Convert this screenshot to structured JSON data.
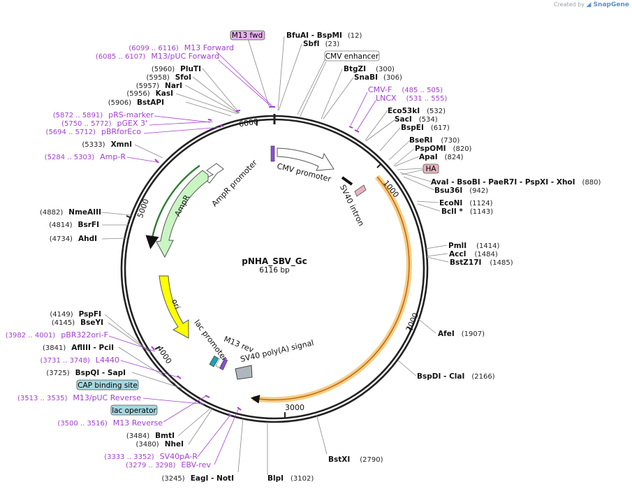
{
  "header": {
    "credit_text": "Created by",
    "credit_brand": "SnapGene"
  },
  "plasmid": {
    "name": "pNHA_SBV_Gc",
    "size_label": "6116 bp",
    "length": 6116
  },
  "ticks": [
    "1000",
    "2000",
    "3000",
    "4000",
    "5000",
    "6000"
  ],
  "features": [
    {
      "id": "amp-promoter",
      "label": "AmpR promoter"
    },
    {
      "id": "ampr",
      "label": "AmpR"
    },
    {
      "id": "ori",
      "label": "ori"
    },
    {
      "id": "lac-promoter",
      "label": "lac promoter"
    },
    {
      "id": "m13-rev",
      "label": "M13 rev"
    },
    {
      "id": "sv40-polya",
      "label": "SV40 poly(A) signal"
    },
    {
      "id": "cmv-promoter",
      "label": "CMV promoter"
    },
    {
      "id": "sv40-intron",
      "label": "SV40 intron"
    }
  ],
  "boxed_labels": [
    {
      "id": "m13-fwd",
      "label": "M13 fwd"
    },
    {
      "id": "cmv-enhancer",
      "label": "CMV enhancer"
    },
    {
      "id": "ha",
      "label": "HA"
    },
    {
      "id": "cap-binding-site",
      "label": "CAP binding site"
    },
    {
      "id": "lac-operator",
      "label": "lac operator"
    }
  ],
  "site_labels": [
    {
      "id": "bfuai",
      "name": "BfuAI",
      "extra": " - BspMI",
      "pos": "(12)"
    },
    {
      "id": "sbfi",
      "name": "SbfI",
      "pos": "(23)"
    },
    {
      "id": "btgzi",
      "name": "BtgZI",
      "pos": "(300)"
    },
    {
      "id": "snabi",
      "name": "SnaBI",
      "pos": "(306)"
    },
    {
      "id": "eco53ki",
      "name": "Eco53kI",
      "pos": "(532)"
    },
    {
      "id": "saci",
      "name": "SacI",
      "pos": "(534)"
    },
    {
      "id": "bspei",
      "name": "BspEI",
      "pos": "(617)"
    },
    {
      "id": "bseri",
      "name": "BseRI",
      "pos": "(730)"
    },
    {
      "id": "pspomi",
      "name": "PspOMI",
      "pos": "(820)"
    },
    {
      "id": "apai",
      "name": "ApaI",
      "pos": "(824)"
    },
    {
      "id": "avai",
      "name": "AvaI",
      "extra": " - BsoBI - PaeR7I - PspXI - XhoI",
      "pos": "(880)"
    },
    {
      "id": "bsu36i",
      "name": "Bsu36I",
      "pos": "(942)"
    },
    {
      "id": "econi",
      "name": "EcoNI",
      "pos": "(1124)"
    },
    {
      "id": "bcli",
      "name": "BclI *",
      "pos": "(1143)"
    },
    {
      "id": "pmli",
      "name": "PmlI",
      "pos": "(1414)"
    },
    {
      "id": "acci",
      "name": "AccI",
      "pos": "(1484)"
    },
    {
      "id": "bstz17i",
      "name": "BstZ17I",
      "pos": "(1485)"
    },
    {
      "id": "afei",
      "name": "AfeI",
      "pos": "(1907)"
    },
    {
      "id": "bspdi",
      "name": "BspDI",
      "extra": " - ClaI",
      "pos": "(2166)"
    },
    {
      "id": "bstxi",
      "name": "BstXI",
      "pos": "(2790)"
    },
    {
      "id": "blpi",
      "name": "BlpI",
      "pos": "(3102)"
    },
    {
      "id": "eagi",
      "name": "EagI",
      "extra": " - NotI",
      "pos": "(3245)"
    },
    {
      "id": "nhei",
      "name": "NheI",
      "pos": "(3480)"
    },
    {
      "id": "bmti",
      "name": "BmtI",
      "pos": "(3484)"
    },
    {
      "id": "bspqi",
      "name": "BspQI",
      "extra": " - SapI",
      "pos": "(3725)"
    },
    {
      "id": "afliii",
      "name": "AflIII",
      "extra": " - PciI",
      "pos": "(3841)"
    },
    {
      "id": "bseyi",
      "name": "BseYI",
      "pos": "(4145)"
    },
    {
      "id": "pspfi",
      "name": "PspFI",
      "pos": "(4149)"
    },
    {
      "id": "ahdi",
      "name": "AhdI",
      "pos": "(4734)"
    },
    {
      "id": "bsrfi",
      "name": "BsrFI",
      "pos": "(4814)"
    },
    {
      "id": "nmeaiii",
      "name": "NmeAIII",
      "pos": "(4882)"
    },
    {
      "id": "xmni",
      "name": "XmnI",
      "pos": "(5333)"
    },
    {
      "id": "bstapi",
      "name": "BstAPI",
      "pos": "(5906)"
    },
    {
      "id": "kasi",
      "name": "KasI",
      "pos": "(5956)"
    },
    {
      "id": "nari",
      "name": "NarI",
      "pos": "(5957)"
    },
    {
      "id": "sfoi",
      "name": "SfoI",
      "pos": "(5958)"
    },
    {
      "id": "plutI",
      "name": "PluTI",
      "pos": "(5960)"
    }
  ],
  "primer_labels": [
    {
      "id": "m13-forward",
      "label": "M13 Forward",
      "pos": "(6099 .. 6116)"
    },
    {
      "id": "m13-puc-forward",
      "label": "M13/pUC Forward",
      "pos": "(6085 .. 6107)"
    },
    {
      "id": "cmv-f",
      "label": "CMV-F",
      "pos": "(485 .. 505)"
    },
    {
      "id": "lncx",
      "label": "LNCX",
      "pos": "(531 .. 555)"
    },
    {
      "id": "prs-marker",
      "label": "pRS-marker",
      "pos": "(5872 .. 5891)"
    },
    {
      "id": "pgex-3",
      "label": "pGEX 3'",
      "pos": "(5750 .. 5772)"
    },
    {
      "id": "pbrforeco",
      "label": "pBRforEco",
      "pos": "(5694 .. 5712)"
    },
    {
      "id": "amp-r",
      "label": "Amp-R",
      "pos": "(5284 .. 5303)"
    },
    {
      "id": "pbr322ori-f",
      "label": "pBR322ori-F",
      "pos": "(3982 .. 4001)"
    },
    {
      "id": "l4440",
      "label": "L4440",
      "pos": "(3731 .. 3748)"
    },
    {
      "id": "m13-puc-reverse",
      "label": "M13/pUC Reverse",
      "pos": "(3513 .. 3535)"
    },
    {
      "id": "m13-reverse",
      "label": "M13 Reverse",
      "pos": "(3500 .. 3516)"
    },
    {
      "id": "sv40pa-r",
      "label": "SV40pA-R",
      "pos": "(3333 .. 3352)"
    },
    {
      "id": "ebv-rev",
      "label": "EBV-rev",
      "pos": "(3279 .. 3298)"
    }
  ],
  "colors": {
    "backbone": "#222222",
    "primer": "#a23fd0",
    "ampr_fill": "#c9f5c3",
    "ampr_edge": "#2e7d32",
    "ori_fill": "#ffff00",
    "orf_highlight": "#f6c46b",
    "orf_line": "#c06a1a",
    "m13fwd_box": "#e8b3f0",
    "ha_box": "#e7b3bf",
    "cap_box": "#a5d8e0"
  }
}
